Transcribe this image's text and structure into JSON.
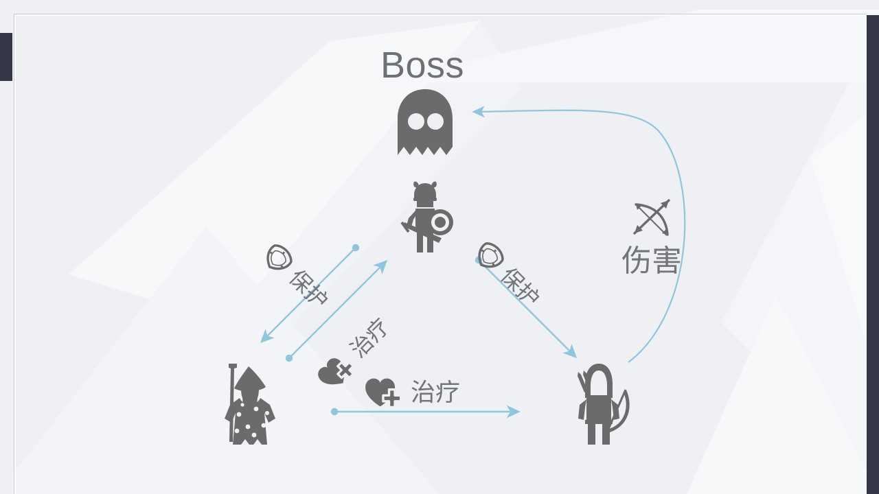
{
  "slide": {
    "boss_label": "Boss",
    "accent_color": "#8ec6dd",
    "figure_color": "#6b6b6b",
    "text_color": "#72757a",
    "panel_color": "#343746",
    "background_color": "#eef0f4"
  },
  "nodes": [
    {
      "id": "boss",
      "name": "boss-ghost",
      "icon": "ghost-icon",
      "label": "Boss"
    },
    {
      "id": "tank",
      "name": "warrior-tank",
      "icon": "warrior-icon",
      "label": ""
    },
    {
      "id": "mage",
      "name": "wizard-healer",
      "icon": "wizard-icon",
      "label": ""
    },
    {
      "id": "archer",
      "name": "archer-dps",
      "icon": "archer-icon",
      "label": ""
    }
  ],
  "edges": [
    {
      "id": "protect-left",
      "label": "保护",
      "icon": "shield-icon",
      "from": "tank",
      "to": "mage"
    },
    {
      "id": "heal-up",
      "label": "治疗",
      "icon": "heart-plus-icon",
      "from": "mage",
      "to": "tank"
    },
    {
      "id": "protect-right",
      "label": "保护",
      "icon": "shield-icon",
      "from": "tank",
      "to": "archer"
    },
    {
      "id": "heal-across",
      "label": "治疗",
      "icon": "heart-plus-icon",
      "from": "mage",
      "to": "archer"
    },
    {
      "id": "damage-curve",
      "label": "伤害",
      "icon": "bow-arrow-icon",
      "from": "archer",
      "to": "boss"
    }
  ],
  "labels": {
    "protect_left": "保护",
    "protect_right": "保护",
    "heal_diagonal": "治疗",
    "heal_horizontal": "治疗",
    "damage": "伤害"
  }
}
